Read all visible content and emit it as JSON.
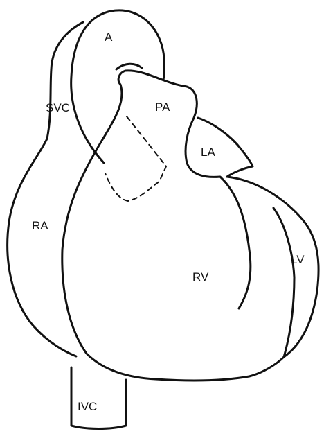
{
  "labels": {
    "aorta": "A",
    "superior_vena_cava": "SVC",
    "pulmonary_artery": "PA",
    "left_atrium": "LA",
    "right_atrium": "RA",
    "right_ventricle": "RV",
    "left_ventricle": "LV",
    "inferior_vena_cava": "IVC"
  }
}
